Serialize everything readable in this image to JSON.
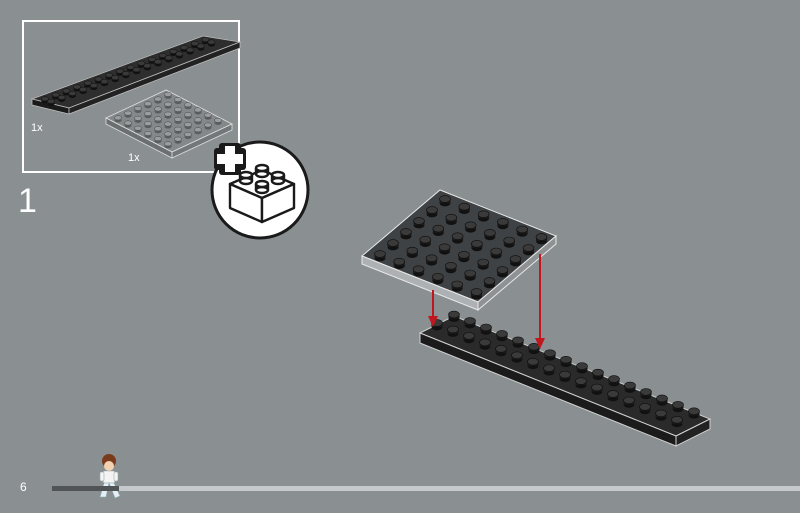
{
  "parts_callout": {
    "parts": [
      {
        "name": "black-plate-2x16",
        "color": "#2b2b2b",
        "quantity_label": "1x"
      },
      {
        "name": "grey-plate-6x6",
        "color": "#7c7f81",
        "quantity_label": "1x"
      }
    ]
  },
  "add_brick_icon": "plus-brick-icon",
  "step": {
    "number": "1"
  },
  "page": {
    "number": "6"
  },
  "progress": {
    "fraction": 0.09
  },
  "colors": {
    "background": "#8a8f92",
    "arrow": "#c0171f",
    "frame": "#ffffff"
  }
}
